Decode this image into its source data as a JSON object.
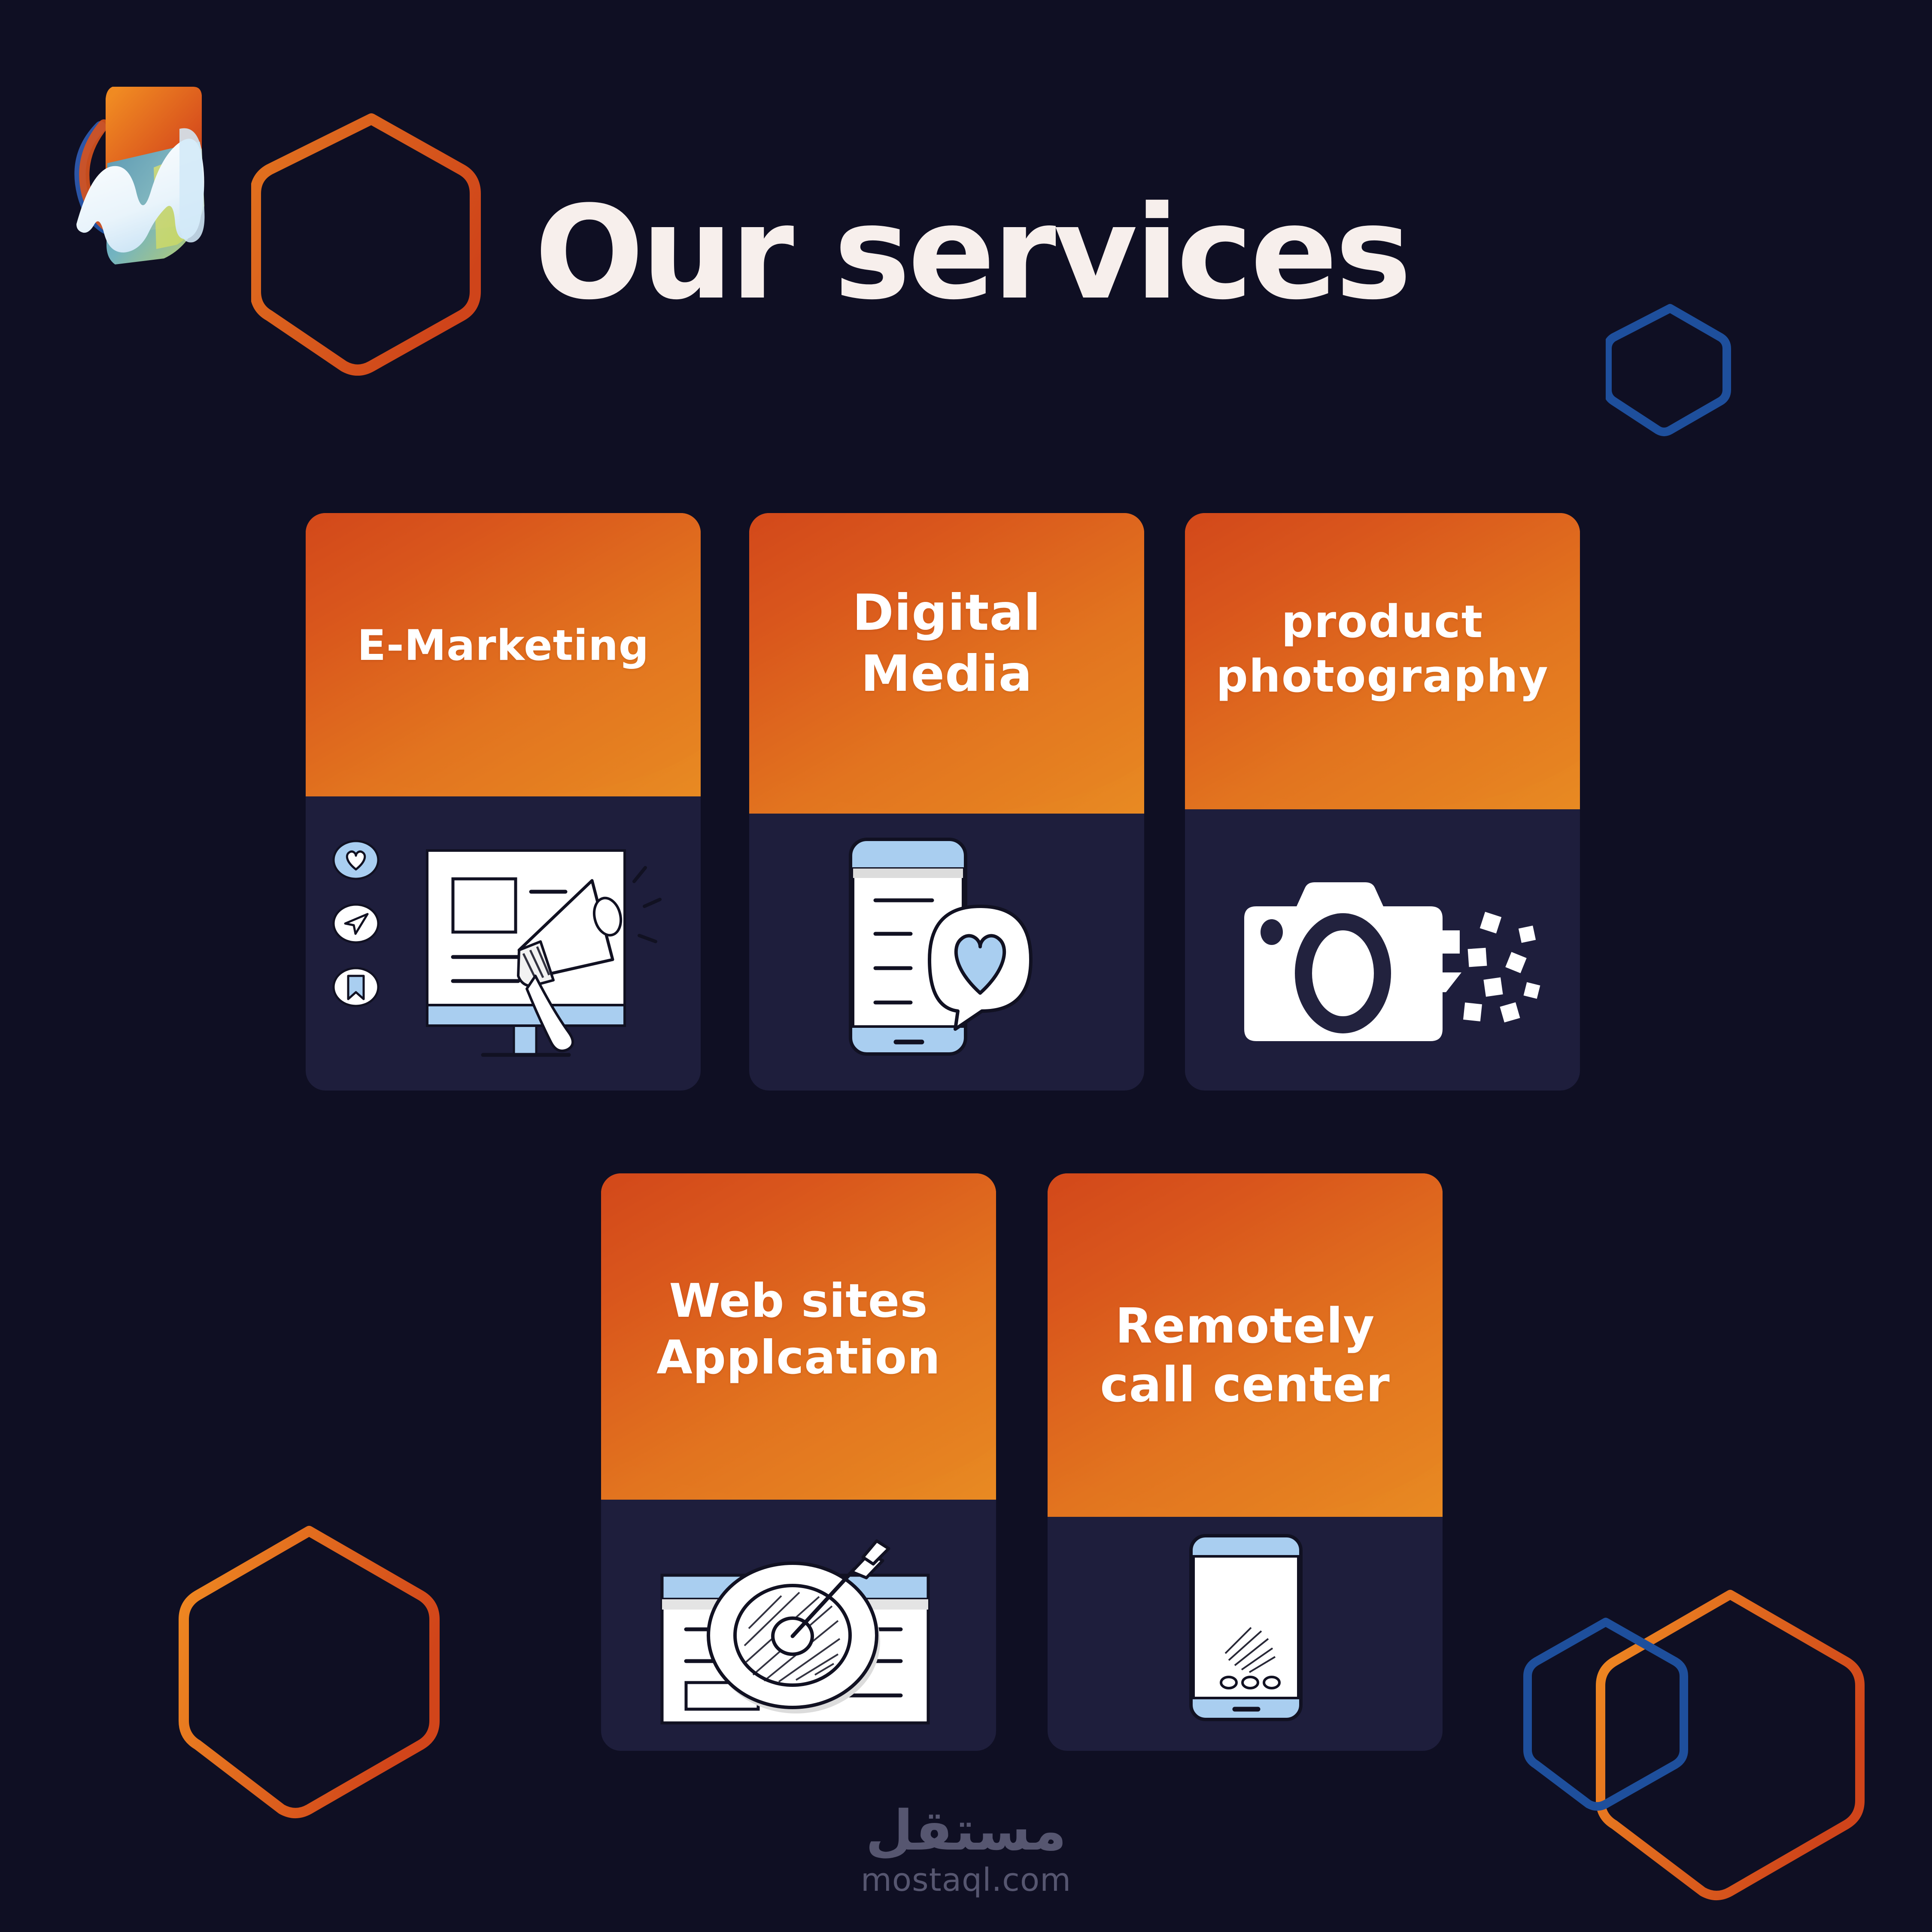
{
  "page": {
    "background_color": "#0f0f23",
    "accent_orange": "#e2741f",
    "accent_orange_dark": "#d1461a",
    "accent_blue": "#1e4f9c",
    "card_background": "#1e1e3c",
    "title_color": "#f7efec"
  },
  "header": {
    "title": "Our services",
    "logo_name": "company-logo-m-wave"
  },
  "cards": [
    {
      "id": "e-marketing",
      "label": "E-Marketing",
      "label_lines": [
        "E-Marketing"
      ],
      "illustration": "monitor-megaphone-illustration",
      "social_icons": [
        "heart-icon",
        "send-icon",
        "bookmark-icon"
      ]
    },
    {
      "id": "digital-media",
      "label": "Digital Media",
      "label_lines": [
        "Digital",
        "Media"
      ],
      "illustration": "phone-heart-chat-illustration"
    },
    {
      "id": "product-photography",
      "label": "product photography",
      "label_lines": [
        "product",
        "photography"
      ],
      "illustration": "camera-confetti-illustration"
    },
    {
      "id": "web-sites-application",
      "label": "Web sites Applcation",
      "label_lines": [
        "Web sites",
        "Applcation"
      ],
      "illustration": "browser-target-arrow-illustration"
    },
    {
      "id": "remotely-call-center",
      "label": "Remotely call center",
      "label_lines": [
        "Remotely",
        "call center"
      ],
      "illustration": "phone-dots-illustration"
    }
  ],
  "decorations": {
    "hexagons": [
      {
        "name": "hexagon-logo-outline",
        "color": "#d9531d"
      },
      {
        "name": "hexagon-top-right",
        "color": "#1e4f9c"
      },
      {
        "name": "hexagon-bottom-left",
        "color": "#ef8a22"
      },
      {
        "name": "hexagon-bottom-right-blue",
        "color": "#1e4f9c"
      },
      {
        "name": "hexagon-bottom-right-orange",
        "color": "#ef8a22"
      }
    ]
  },
  "footer": {
    "brand_arabic": "مستقل",
    "brand_url": "mostaql.com",
    "color": "#565670"
  }
}
